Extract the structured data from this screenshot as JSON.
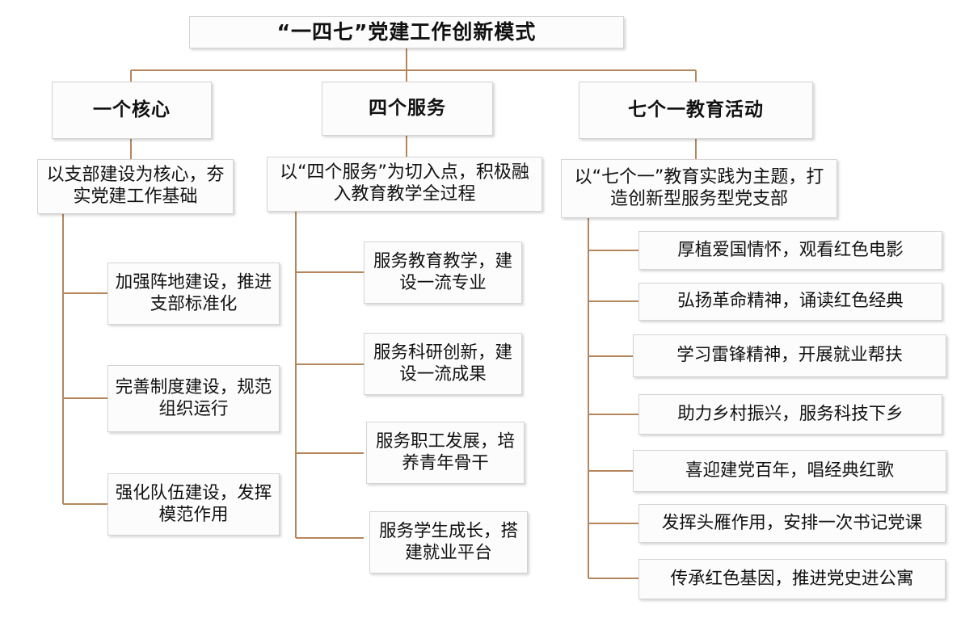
{
  "theme": {
    "background": "#ffffff",
    "box_fill": "#fcfcfc",
    "box_border": "#d4d4d4",
    "connector_color": "#b5865c",
    "text_color": "#111111"
  },
  "diagram": {
    "type": "organizational-tree",
    "title": "“一四七”党建工作创新模式",
    "branches": [
      {
        "id": "branch-one-core",
        "heading": "一个核心",
        "description": "以支部建设为核心，夯实党建工作基础",
        "items": [
          "加强阵地建设，推进支部标准化",
          "完善制度建设，规范组织运行",
          "强化队伍建设，发挥模范作用"
        ]
      },
      {
        "id": "branch-four-services",
        "heading": "四个服务",
        "description": "以“四个服务”为切入点，积极融入教育教学全过程",
        "items": [
          "服务教育教学，建设一流专业",
          "服务科研创新，建设一流成果",
          "服务职工发展，培养青年骨干",
          "服务学生成长，搭建就业平台"
        ]
      },
      {
        "id": "branch-seven-ones",
        "heading": "七个一教育活动",
        "description": "以“七个一”教育实践为主题，打造创新型服务型党支部",
        "items": [
          "厚植爱国情怀，观看红色电影",
          "弘扬革命精神，诵读红色经典",
          "学习雷锋精神，开展就业帮扶",
          "助力乡村振兴，服务科技下乡",
          "喜迎建党百年，唱经典红歌",
          "发挥头雁作用，安排一次书记党课",
          "传承红色基因，推进党史进公寓"
        ]
      }
    ]
  }
}
